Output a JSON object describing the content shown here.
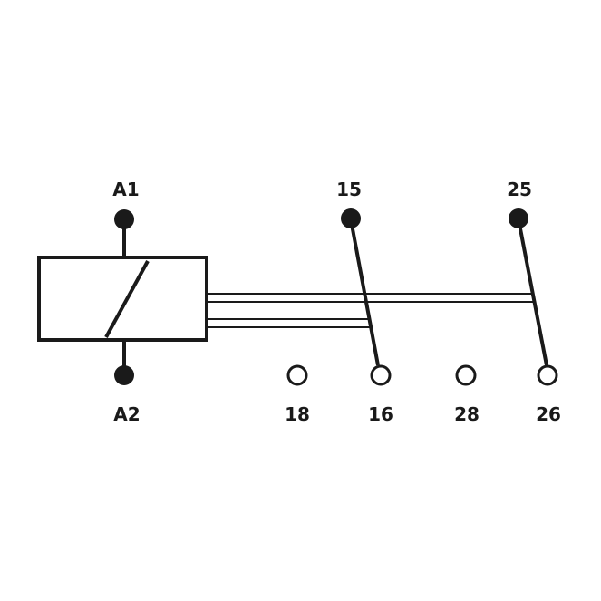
{
  "terminals": {
    "a1": "A1",
    "a2": "A2",
    "t15": "15",
    "t16": "16",
    "t18": "18",
    "t25": "25",
    "t26": "26",
    "t28": "28"
  },
  "colors": {
    "stroke": "#1a1a1a",
    "background": "#ffffff"
  }
}
